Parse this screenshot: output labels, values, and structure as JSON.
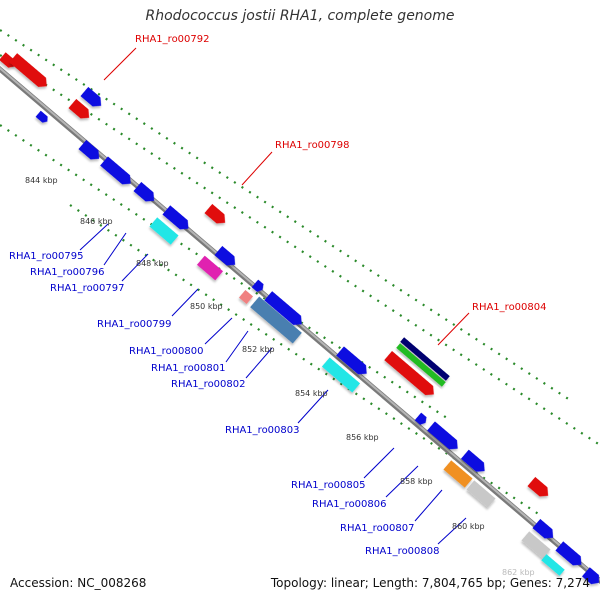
{
  "header": {
    "title": "Rhodococcus jostii RHA1, complete genome"
  },
  "footer": {
    "accession": "Accession: NC_008268",
    "summary": "Topology: linear; Length: 7,804,765 bp; Genes: 7,274"
  },
  "ticks": [
    {
      "id": "t844",
      "label": "844 kbp"
    },
    {
      "id": "t846",
      "label": "846 kbp"
    },
    {
      "id": "t848",
      "label": "848 kbp"
    },
    {
      "id": "t850",
      "label": "850 kbp"
    },
    {
      "id": "t852",
      "label": "852 kbp"
    },
    {
      "id": "t854",
      "label": "854 kbp"
    },
    {
      "id": "t856",
      "label": "856 kbp"
    },
    {
      "id": "t858",
      "label": "858 kbp"
    },
    {
      "id": "t860",
      "label": "860 kbp"
    },
    {
      "id": "t862",
      "label": "862 kbp"
    }
  ],
  "gene_labels": [
    {
      "id": "g792",
      "name": "RHA1_ro00792",
      "color": "#dd0000"
    },
    {
      "id": "g798",
      "name": "RHA1_ro00798",
      "color": "#dd0000"
    },
    {
      "id": "g804",
      "name": "RHA1_ro00804",
      "color": "#dd0000"
    },
    {
      "id": "g795",
      "name": "RHA1_ro00795",
      "color": "#0000cc"
    },
    {
      "id": "g796",
      "name": "RHA1_ro00796",
      "color": "#0000cc"
    },
    {
      "id": "g797",
      "name": "RHA1_ro00797",
      "color": "#0000cc"
    },
    {
      "id": "g799",
      "name": "RHA1_ro00799",
      "color": "#0000cc"
    },
    {
      "id": "g800",
      "name": "RHA1_ro00800",
      "color": "#0000cc"
    },
    {
      "id": "g801",
      "name": "RHA1_ro00801",
      "color": "#0000cc"
    },
    {
      "id": "g802",
      "name": "RHA1_ro00802",
      "color": "#0000cc"
    },
    {
      "id": "g803",
      "name": "RHA1_ro00803",
      "color": "#0000cc"
    },
    {
      "id": "g805",
      "name": "RHA1_ro00805",
      "color": "#0000cc"
    },
    {
      "id": "g806",
      "name": "RHA1_ro00806",
      "color": "#0000cc"
    },
    {
      "id": "g807",
      "name": "RHA1_ro00807",
      "color": "#0000cc"
    },
    {
      "id": "g808",
      "name": "RHA1_ro00808",
      "color": "#0000cc"
    }
  ],
  "colors": {
    "backbone": "#8c8c8c",
    "guide_dots": "#2a8a2a",
    "forward_gene": "#1010e0",
    "reverse_gene": "#e01010",
    "cyan_gene": "#22e6e6",
    "magenta_gene": "#e020b0",
    "pink_gene": "#f08080",
    "steel_gene": "#4a7fb0",
    "orange_gene": "#f09020",
    "green_gene": "#22bb22",
    "navy_gene": "#000070",
    "grey_gene": "#c8c8c8"
  }
}
